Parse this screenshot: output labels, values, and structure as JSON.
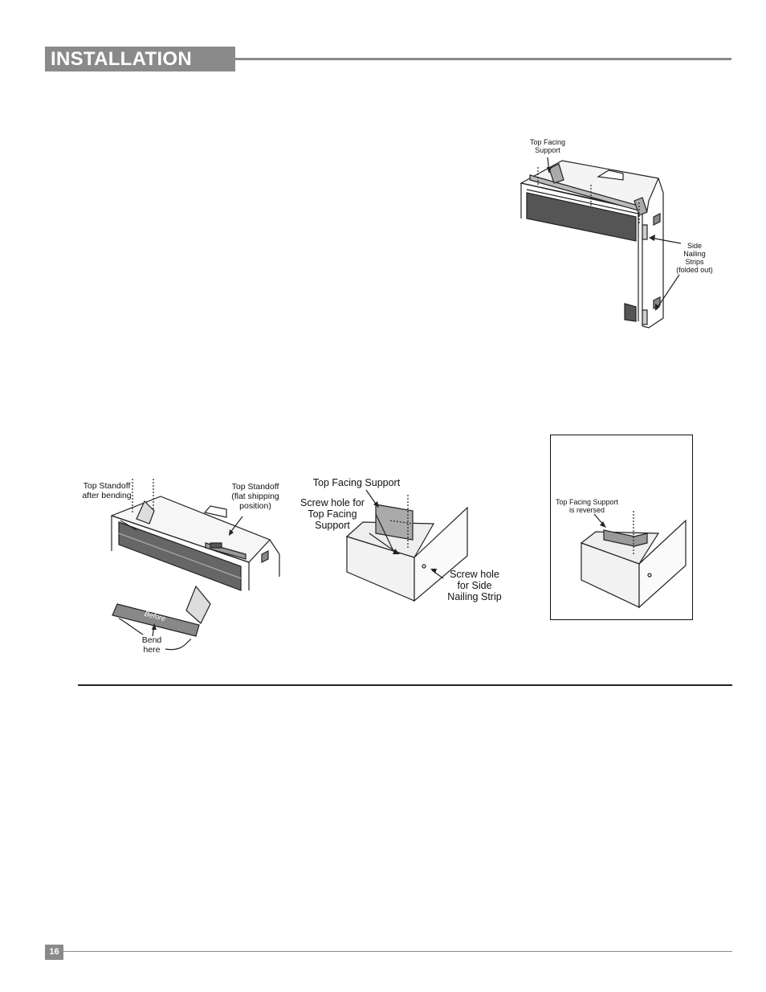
{
  "header": {
    "title": "INSTALLATION"
  },
  "figure_top": {
    "top_facing_support": "Top Facing\nSupport",
    "side_nailing_strips": "Side\nNailing\nStrips\n(folded out)"
  },
  "figure_left": {
    "top_standoff_after": "Top Standoff\nafter bending",
    "top_standoff_flat": "Top Standoff\n(flat shipping\nposition)",
    "bend_here": "Bend\nhere",
    "before": "Before"
  },
  "figure_mid": {
    "top_facing_support": "Top Facing Support",
    "screw_hole_top": "Screw hole for\nTop Facing\nSupport",
    "screw_hole_side": "Screw hole\nfor Side\nNailing Strip"
  },
  "figure_inset": {
    "reversed": "Top Facing Support\nis reversed"
  },
  "footer": {
    "page_number": "16"
  }
}
